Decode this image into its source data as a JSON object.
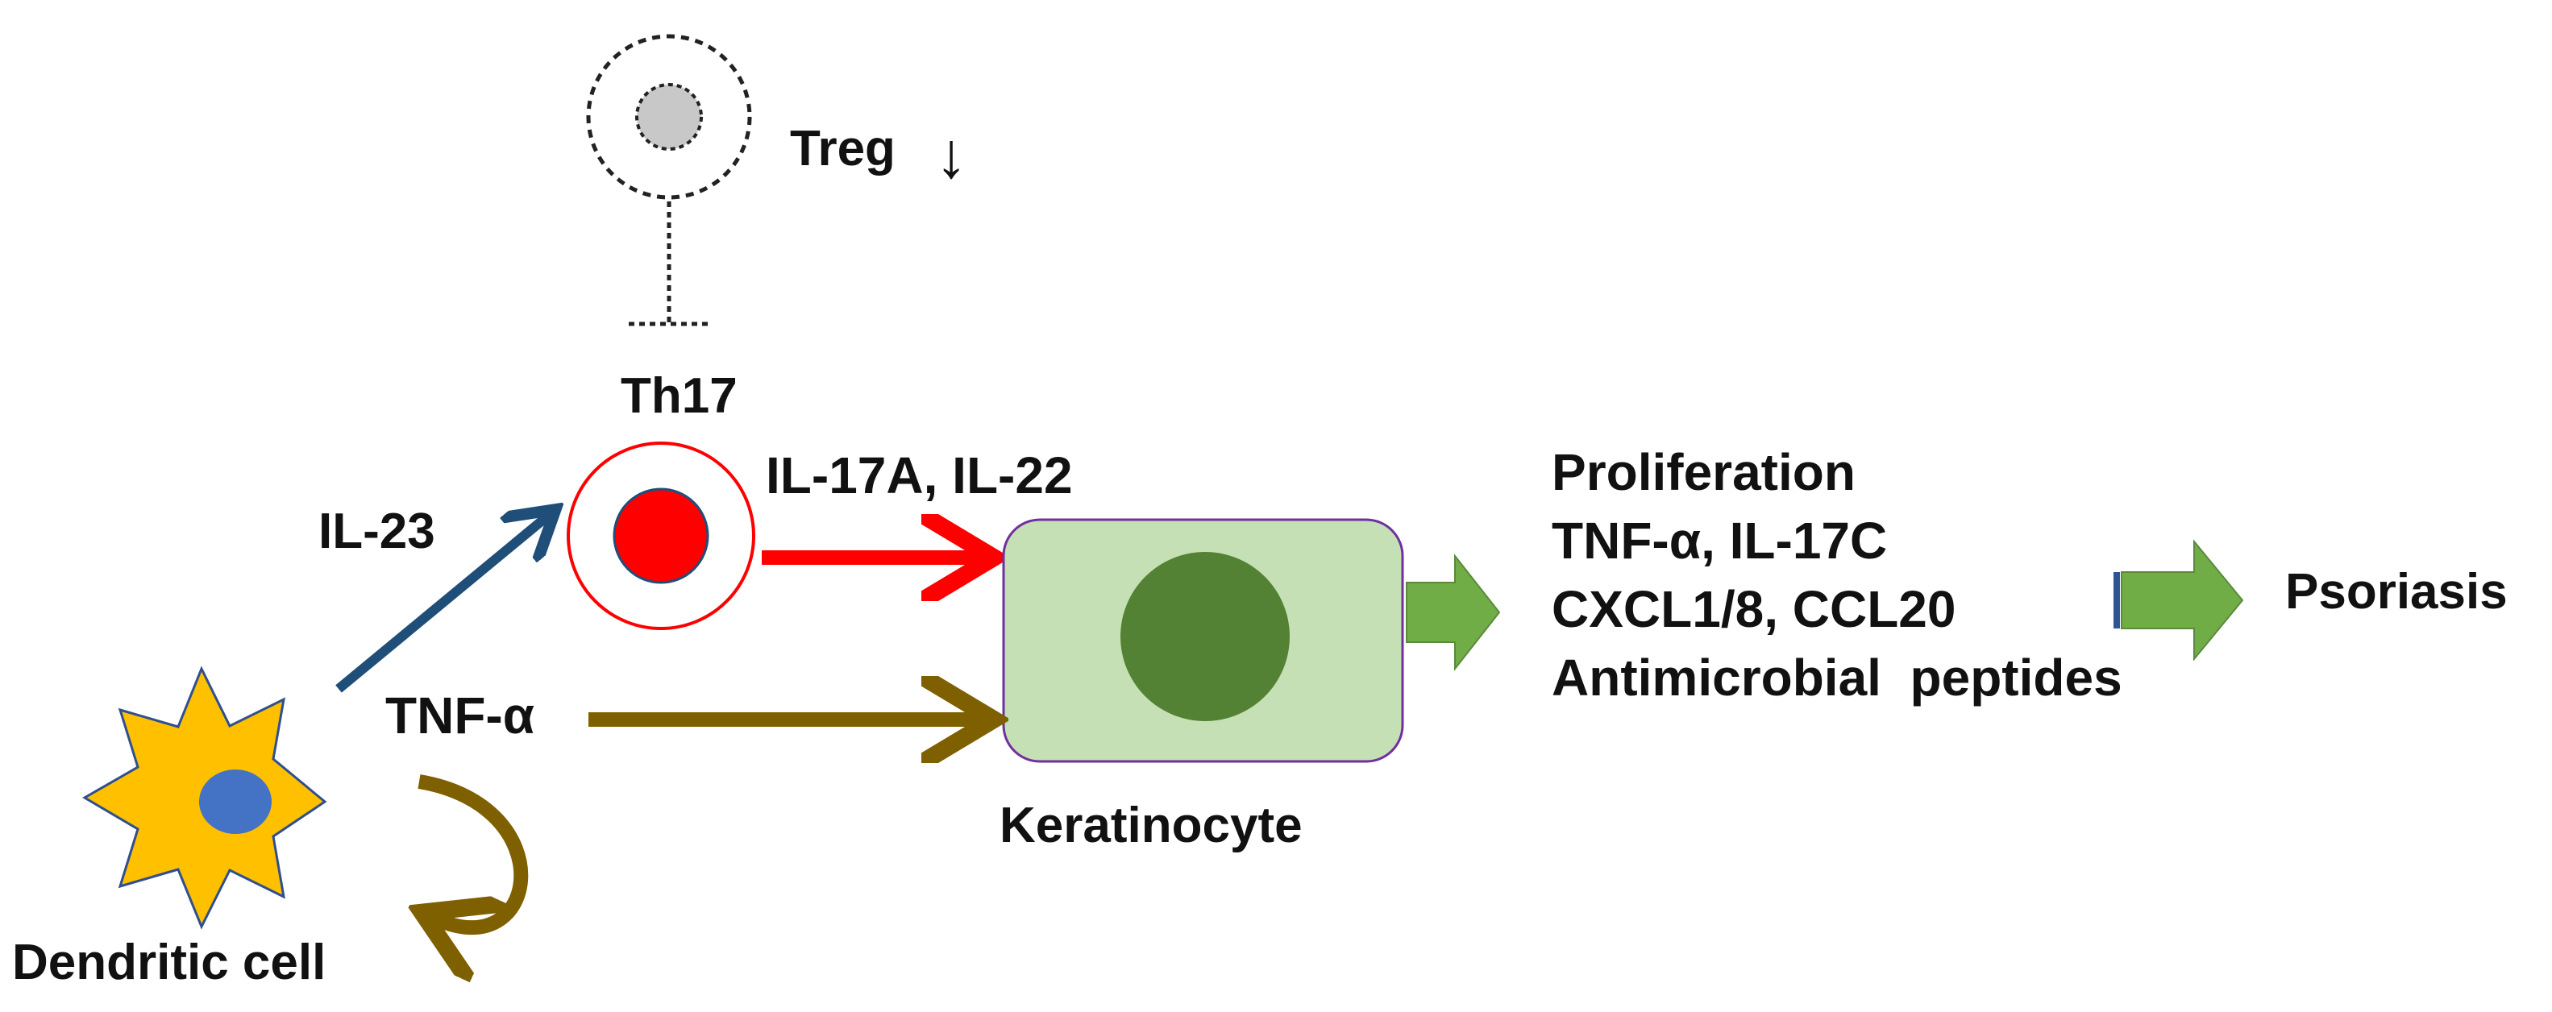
{
  "labels": {
    "treg": "Treg",
    "treg_arrow": "↓",
    "th17": "Th17",
    "il23": "IL-23",
    "il17a_il22": "IL-17A, IL-22",
    "tnf_alpha": "TNF-α",
    "keratinocyte": "Keratinocyte",
    "dendritic_cell": "Dendritic cell",
    "psoriasis": "Psoriasis"
  },
  "effects": [
    "Proliferation",
    "TNF-α, IL-17C",
    "CXCL1/8, CCL20",
    "Antimicrobial  peptides"
  ],
  "colors": {
    "il23_arrow": "#1f4e79",
    "il17_arrow": "#ff0000",
    "tnf_arrow": "#7f6000",
    "th17_nucleus": "#ff0000",
    "dendritic_body": "#ffc000",
    "dendritic_nucleus": "#4472c4",
    "keratinocyte_fill": "#c5e0b4",
    "keratinocyte_nucleus": "#548235",
    "block_arrow": "#70ad47",
    "treg_nucleus": "#c8c8c8"
  }
}
